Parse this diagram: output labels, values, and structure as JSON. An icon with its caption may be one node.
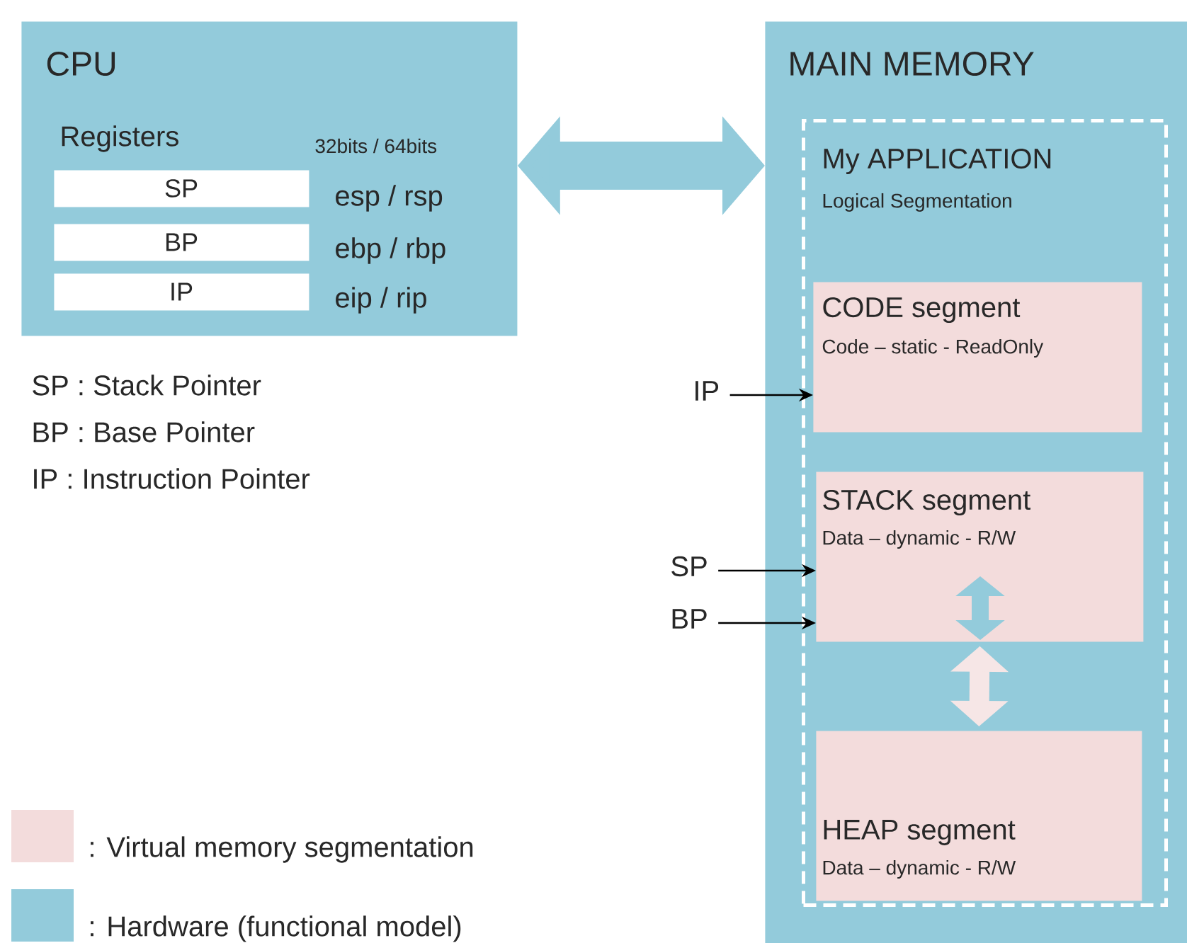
{
  "diagram": {
    "nodes": [
      {
        "text": [
          "CPU",
          "Registers",
          "32bits / 64bits"
        ]
      },
      {
        "text": [
          "SP"
        ],
        "in": 0,
        "beside": [
          "esp / rsp"
        ]
      },
      {
        "text": [
          "BP"
        ],
        "in": 0,
        "beside": [
          "ebp / rbp"
        ]
      },
      {
        "text": [
          "IP"
        ],
        "in": 0,
        "beside": [
          "eip / rip"
        ]
      },
      {
        "text": [
          "MAIN MEMORY"
        ]
      },
      {
        "text": [
          "My APPLICATION",
          "Logical Segmentation"
        ],
        "in": 4
      },
      {
        "text": [
          "CODE segment",
          "Code – static - ReadOnly"
        ],
        "in": 5
      },
      {
        "text": [
          "STACK segment",
          "Data – dynamic - R/W"
        ],
        "in": 5
      },
      {
        "text": [
          "HEAP segment",
          "Data – dynamic - R/W"
        ],
        "in": 5
      },
      {
        "text": [
          "IP"
        ]
      },
      {
        "text": [
          "SP"
        ]
      },
      {
        "text": [
          "BP"
        ]
      }
    ],
    "edges": [
      {
        "from": 0,
        "to": 4,
        "arrow": "both",
        "style": "thick",
        "color": "#93cbdb"
      },
      {
        "from": 9,
        "to": 6,
        "arrow": "to"
      },
      {
        "from": 10,
        "to": 7,
        "arrow": "to"
      },
      {
        "from": 11,
        "to": 7,
        "arrow": "to"
      },
      {
        "from": 7,
        "to": 8,
        "arrow": "both",
        "style": "thick",
        "color": "#f6e6e6"
      }
    ],
    "labels": [
      "SP : Stack Pointer",
      "BP : Base Pointer",
      "IP : Instruction Pointer"
    ],
    "legend": [
      {
        "text": ": Virtual memory segmentation",
        "color": "#f3dcdc"
      },
      {
        "text": ": Hardware (functional model)",
        "color": "#93cbdb"
      }
    ]
  }
}
